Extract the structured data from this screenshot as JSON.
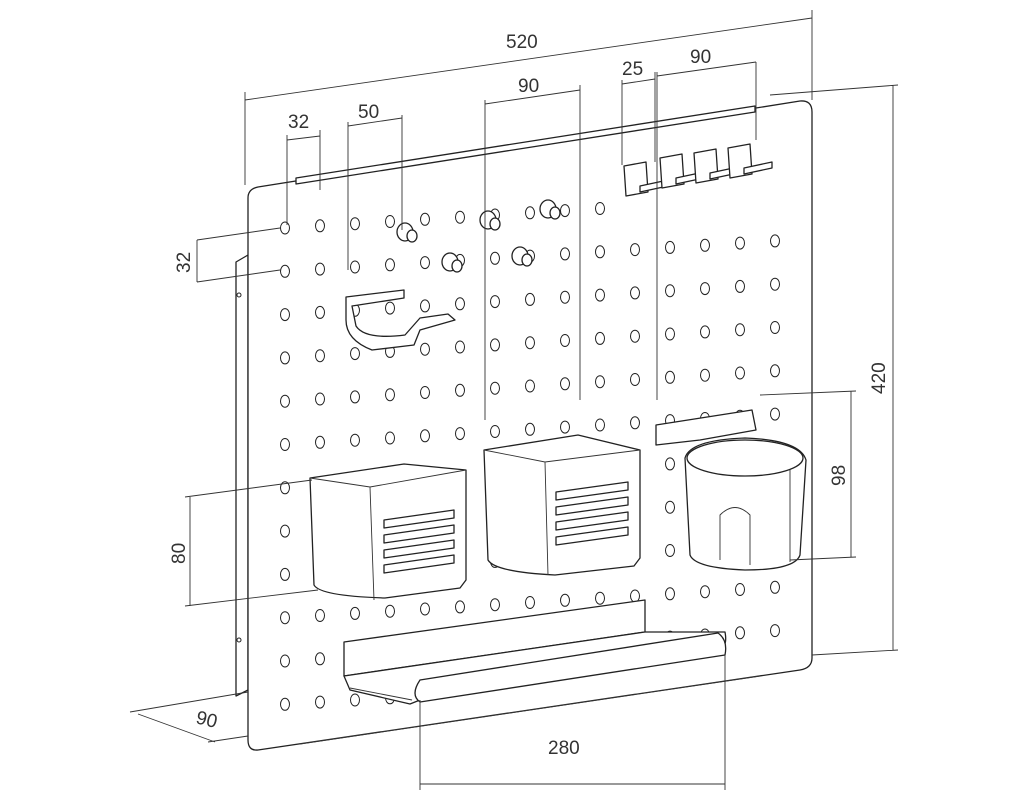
{
  "title": "Pegboard dimension drawing",
  "dimensions": {
    "board_width": "520",
    "hole_pitch_horizontal": "32",
    "hook_holder_width": "50",
    "basket_spacing": "90",
    "hook_offset": "25",
    "hook_group_width": "90",
    "hole_pitch_vertical": "32",
    "board_height": "420",
    "cup_holder_height": "98",
    "basket_height": "80",
    "shelf_depth": "90",
    "shelf_width": "280"
  },
  "colors": {
    "line": "#222222",
    "background": "#ffffff"
  }
}
